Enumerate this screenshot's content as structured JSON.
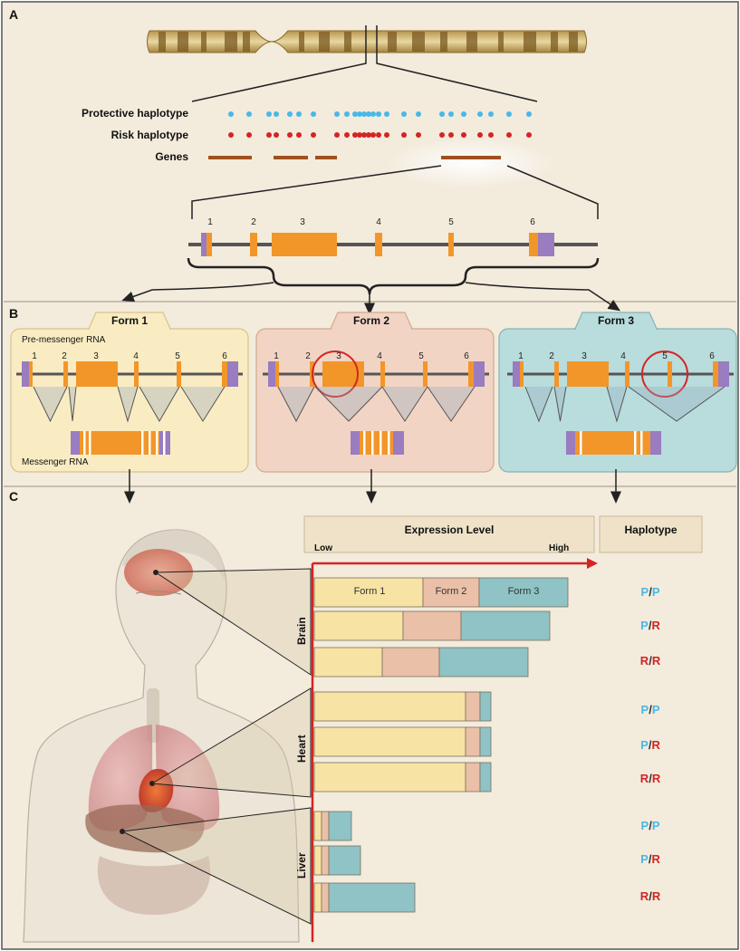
{
  "panels": {
    "a": "A",
    "b": "B",
    "c": "C"
  },
  "haplotypes": {
    "protective_label": "Protective haplotype",
    "risk_label": "Risk haplotype",
    "genes_label": "Genes"
  },
  "exons": [
    "1",
    "2",
    "3",
    "4",
    "5",
    "6"
  ],
  "forms": [
    {
      "title": "Form 1",
      "pre_mrna_label": "Pre-messenger RNA",
      "mrna_label": "Messenger RNA"
    },
    {
      "title": "Form 2"
    },
    {
      "title": "Form 3"
    }
  ],
  "expression": {
    "header": "Expression Level",
    "low": "Low",
    "high": "High",
    "haplotype_header": "Haplotype",
    "segment_labels": [
      "Form 1",
      "Form 2",
      "Form 3"
    ]
  },
  "rows": [
    {
      "tissue": "Brain",
      "hap": [
        "P",
        "P"
      ]
    },
    {
      "tissue": "Brain",
      "hap": [
        "P",
        "R"
      ]
    },
    {
      "tissue": "Brain",
      "hap": [
        "R",
        "R"
      ]
    },
    {
      "tissue": "Heart",
      "hap": [
        "P",
        "P"
      ]
    },
    {
      "tissue": "Heart",
      "hap": [
        "P",
        "R"
      ]
    },
    {
      "tissue": "Heart",
      "hap": [
        "R",
        "R"
      ]
    },
    {
      "tissue": "Liver",
      "hap": [
        "P",
        "P"
      ]
    },
    {
      "tissue": "Liver",
      "hap": [
        "P",
        "R"
      ]
    },
    {
      "tissue": "Liver",
      "hap": [
        "R",
        "R"
      ]
    }
  ],
  "tissues": [
    "Brain",
    "Heart",
    "Liver"
  ],
  "colors": {
    "form1": "#f7e3a3",
    "form2": "#eac0a8",
    "form3": "#8fc3c5",
    "exon": "#f2962a",
    "utr": "#9a7cc0",
    "protective": "#48b8e8",
    "risk": "#d42424",
    "gene": "#a0501e",
    "axis": "#d42424"
  }
}
